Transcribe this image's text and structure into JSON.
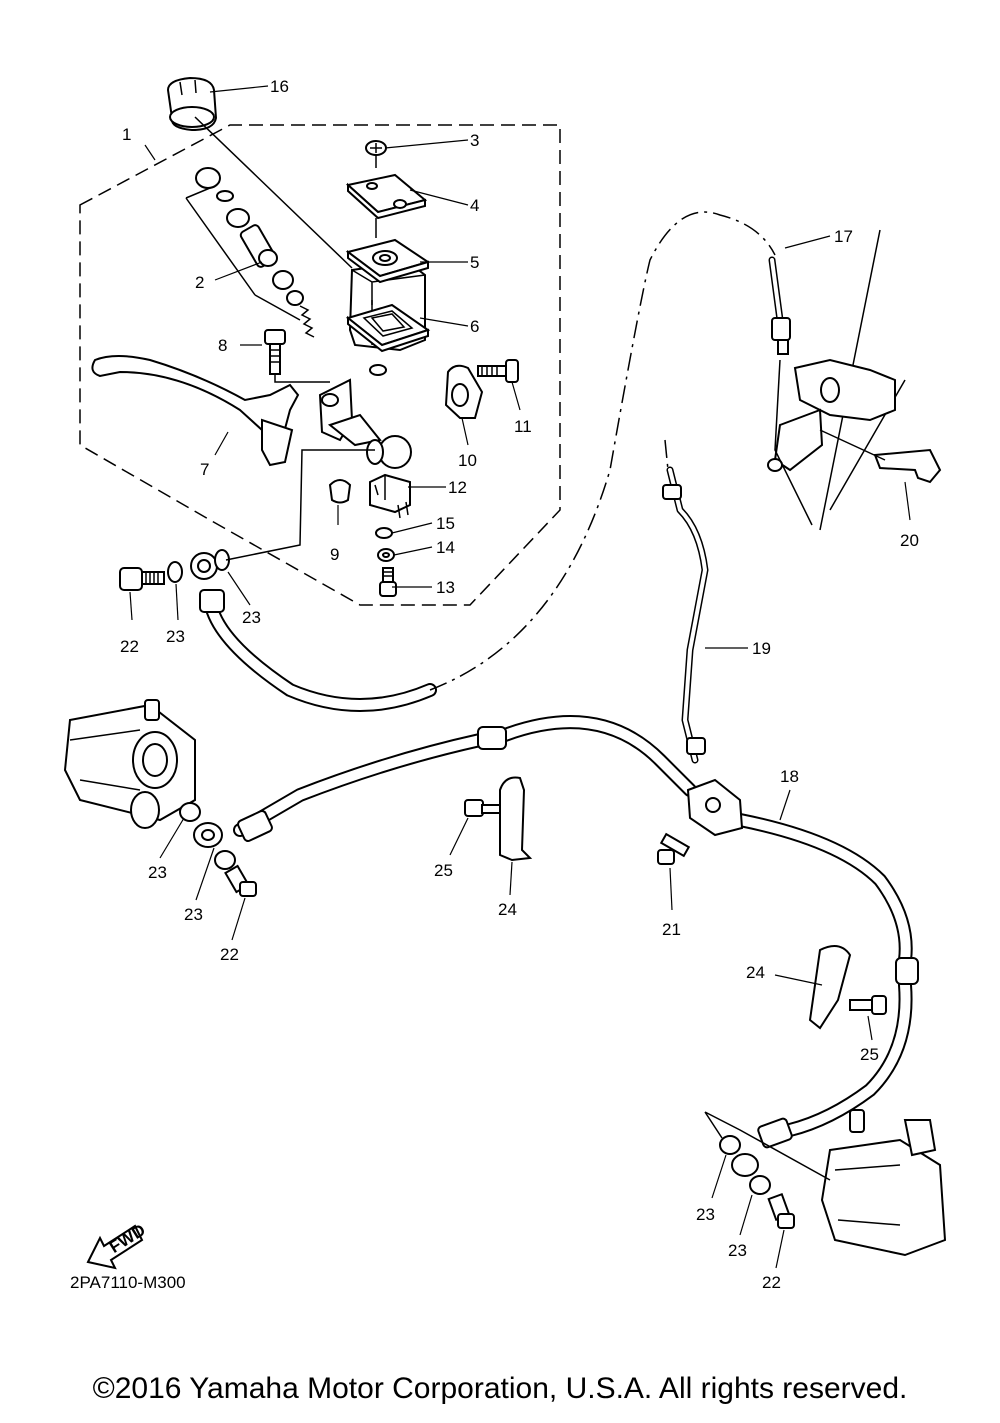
{
  "diagram_code": "2PA7110-M300",
  "fwd_label": "FWD",
  "copyright": "©2016 Yamaha Motor Corporation, U.S.A. All rights reserved.",
  "callouts": [
    "1",
    "2",
    "3",
    "4",
    "5",
    "6",
    "7",
    "8",
    "9",
    "10",
    "11",
    "12",
    "13",
    "14",
    "15",
    "16",
    "17",
    "18",
    "19",
    "20",
    "21",
    "22",
    "22",
    "22",
    "23",
    "23",
    "23",
    "23",
    "23",
    "23",
    "24",
    "24",
    "25",
    "25"
  ]
}
